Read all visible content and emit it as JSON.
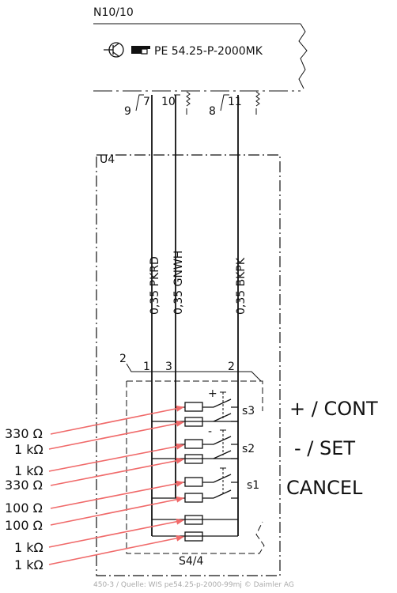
{
  "header": {
    "unit": "N10/10",
    "reference": "PE 54.25-P-2000MK"
  },
  "connector_top": {
    "pins": [
      "9",
      "7",
      "10",
      "8",
      "11"
    ]
  },
  "module": {
    "label": "U4"
  },
  "wires": [
    {
      "label": "0,35 PKRD"
    },
    {
      "label": "0,35 GNWH"
    },
    {
      "label": "0,35 BKPK"
    }
  ],
  "connector_bottom": {
    "number": "2",
    "pins": [
      "1",
      "3",
      "2"
    ]
  },
  "switches": [
    {
      "name": "s3",
      "symbol": "+",
      "function": "+ / CONT"
    },
    {
      "name": "s2",
      "symbol": "-",
      "function": "- / SET"
    },
    {
      "name": "s1",
      "symbol": "",
      "function": "CANCEL"
    }
  ],
  "switch_group": "S4/4",
  "resistors": [
    {
      "value": "330 Ω"
    },
    {
      "value": "1 kΩ"
    },
    {
      "value": "1 kΩ"
    },
    {
      "value": "330 Ω"
    },
    {
      "value": "100 Ω"
    },
    {
      "value": "100 Ω"
    },
    {
      "value": "1 kΩ"
    },
    {
      "value": "1 kΩ"
    }
  ],
  "footer": "450-3 / Quelle: WIS pe54.25-p-2000-99mj © Daimler AG",
  "colors": {
    "line": "#111111",
    "arrow": "#f06a6a",
    "footer": "#aaaaaa"
  }
}
